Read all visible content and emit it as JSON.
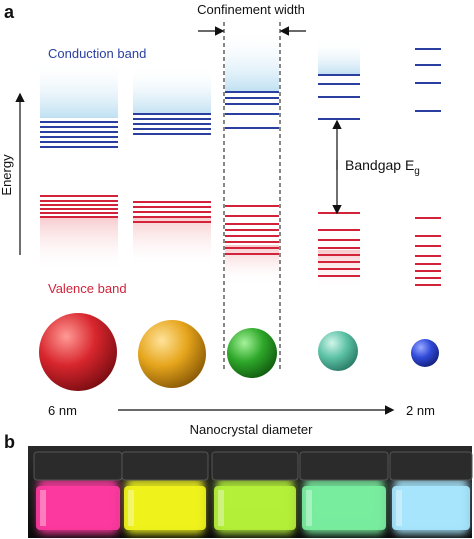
{
  "panel_a": {
    "letter": "a",
    "confinement_label": "Confinement width",
    "conduction_label": "Conduction band",
    "valence_label": "Valence band",
    "energy_label": "Energy",
    "bandgap_label": "Bandgap E",
    "bandgap_subscript": "g",
    "size_large": "6 nm",
    "size_small": "2 nm",
    "axis_label": "Nanocrystal diameter",
    "colors": {
      "conduction": "#2a3fa0",
      "valence": "#d2233a",
      "conduction_glow": "#bfe0f2",
      "valence_glow": "#f7c9cc"
    },
    "spheres": [
      {
        "name": "red-nanocrystal",
        "color": "#d8262d"
      },
      {
        "name": "orange-nanocrystal",
        "color": "#e6a51c"
      },
      {
        "name": "green-nanocrystal",
        "color": "#2ea82a"
      },
      {
        "name": "teal-nanocrystal",
        "color": "#5cc2a6"
      },
      {
        "name": "blue-nanocrystal",
        "color": "#2f49d9"
      }
    ]
  },
  "panel_b": {
    "letter": "b",
    "vial_colors": [
      "#ff3aa0",
      "#f2f51c",
      "#b6f23a",
      "#7af0a0",
      "#a8e8ff"
    ]
  }
}
